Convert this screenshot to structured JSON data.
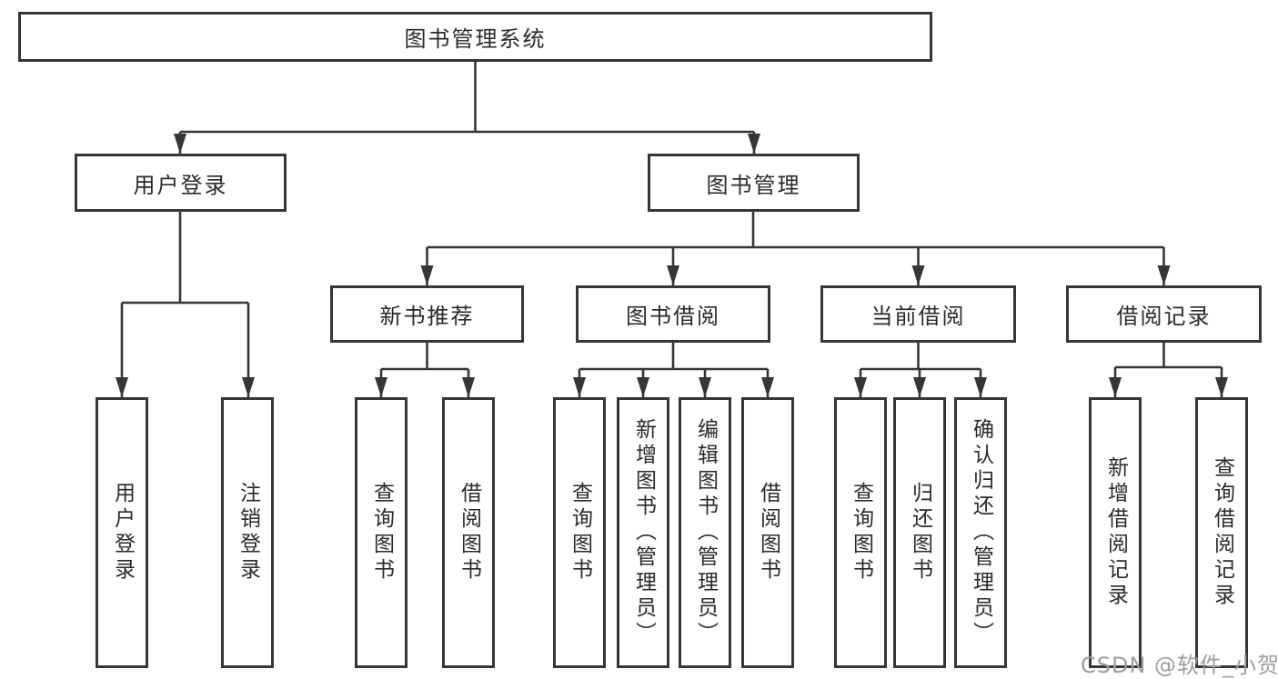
{
  "diagram": {
    "root": {
      "label": "图书管理系统"
    },
    "branches": [
      {
        "label": "用户登录",
        "children": [
          {
            "label": "用户登录"
          },
          {
            "label": "注销登录"
          }
        ]
      },
      {
        "label": "图书管理",
        "children": [
          {
            "label": "新书推荐",
            "children": [
              {
                "label": "查询图书"
              },
              {
                "label": "借阅图书"
              }
            ]
          },
          {
            "label": "图书借阅",
            "children": [
              {
                "label": "查询图书"
              },
              {
                "label": "新增图书（管理员）"
              },
              {
                "label": "编辑图书（管理员）"
              },
              {
                "label": "借阅图书"
              }
            ]
          },
          {
            "label": "当前借阅",
            "children": [
              {
                "label": "查询图书"
              },
              {
                "label": "归还图书"
              },
              {
                "label": "确认归还（管理员）"
              }
            ]
          },
          {
            "label": "借阅记录",
            "children": [
              {
                "label": "新增借阅记录"
              },
              {
                "label": "查询借阅记录"
              }
            ]
          }
        ]
      }
    ]
  },
  "watermark": {
    "text": "CSDN @软件_小贺同学",
    "color": "#9e9e9e"
  },
  "colors": {
    "line": "#363636",
    "text": "#2a2a2a",
    "box_fill": "#ffffff",
    "background": "#ffffff"
  }
}
